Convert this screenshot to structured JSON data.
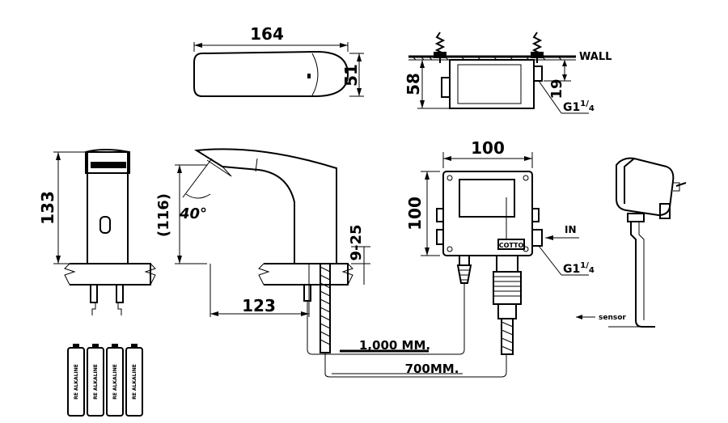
{
  "dimensions": {
    "top_width": "164",
    "top_height": "51",
    "box_height": "58",
    "box_offset": "19",
    "body_height": "133",
    "spout_height": "(116)",
    "angle": "40°",
    "reach": "123",
    "deck_thickness": "9-25",
    "box_width": "100",
    "box_height2": "100",
    "hose_1": "1,000 MM.",
    "hose_2": "700MM."
  },
  "labels": {
    "wall": "WALL",
    "thread_top_main": "G1",
    "thread_top_frac_num": "1",
    "thread_top_frac_den": "4",
    "thread_bot_main": "G1",
    "thread_bot_frac_num": "1",
    "thread_bot_frac_den": "4",
    "inlet": "IN",
    "sensor": "sensor",
    "brand": "COTTO"
  },
  "battery_label": "RE ALKALINE"
}
